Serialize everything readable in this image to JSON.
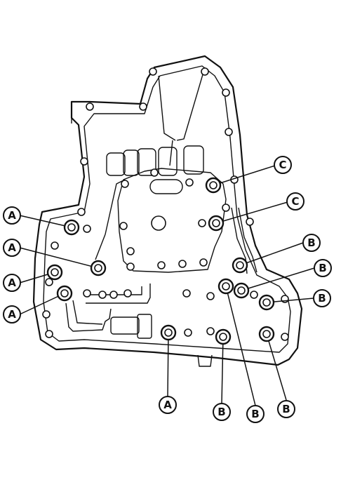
{
  "figure": {
    "callouts": [
      {
        "id": "c1",
        "label": "A",
        "bolt": "b1"
      },
      {
        "id": "c2",
        "label": "A",
        "bolt": "b2"
      },
      {
        "id": "c3",
        "label": "A",
        "bolt": "b3"
      },
      {
        "id": "c4",
        "label": "A",
        "bolt": "b4"
      },
      {
        "id": "c5",
        "label": "A",
        "bolt": "b5"
      },
      {
        "id": "c6",
        "label": "B",
        "bolt": "b6"
      },
      {
        "id": "c7",
        "label": "B",
        "bolt": "b7"
      },
      {
        "id": "c8",
        "label": "B",
        "bolt": "b8"
      },
      {
        "id": "c9",
        "label": "B",
        "bolt": "b9"
      },
      {
        "id": "c10",
        "label": "B",
        "bolt": "b10"
      },
      {
        "id": "c11",
        "label": "B",
        "bolt": "b11"
      },
      {
        "id": "c12",
        "label": "C",
        "bolt": "b12"
      },
      {
        "id": "c13",
        "label": "C",
        "bolt": "b13"
      }
    ]
  }
}
